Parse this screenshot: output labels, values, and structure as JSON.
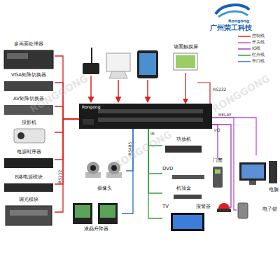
{
  "diagram": {
    "nodes": [
      {
        "text": [
          "墙面触摸屏"
        ]
      },
      {
        "text": [
          "Rongong"
        ]
      },
      {
        "text": [
          "多画面处理器"
        ]
      },
      {
        "text": [
          "VGA矩阵切换器"
        ]
      },
      {
        "text": [
          "AV矩阵切换器"
        ]
      },
      {
        "text": [
          "投影机"
        ]
      },
      {
        "text": [
          "电源时序器"
        ]
      },
      {
        "text": [
          "8路电源模块"
        ]
      },
      {
        "text": [
          "调光模块"
        ]
      },
      {
        "text": [
          "摄像头"
        ]
      },
      {
        "text": [
          "液晶升降器"
        ]
      },
      {
        "text": [
          "功放机"
        ]
      },
      {
        "text": [
          "DVD"
        ]
      },
      {
        "text": [
          "机顶盒"
        ]
      },
      {
        "text": [
          "TV"
        ]
      },
      {
        "text": [
          "门禁"
        ]
      },
      {
        "text": [
          "报警器"
        ]
      },
      {
        "text": [
          "电脑"
        ]
      },
      {
        "text": [
          "电子锁"
        ]
      }
    ],
    "edges": [
      {
        "from": 0,
        "to": 1,
        "arrow": "to"
      },
      {
        "from": 1,
        "to": 2,
        "arrow": "none"
      },
      {
        "from": 1,
        "to": 3,
        "arrow": "none"
      },
      {
        "from": 1,
        "to": 4,
        "arrow": "none"
      },
      {
        "from": 1,
        "to": 5,
        "arrow": "none"
      },
      {
        "from": 1,
        "to": 6,
        "arrow": "none"
      },
      {
        "from": 1,
        "to": 7,
        "arrow": "none"
      },
      {
        "from": 1,
        "to": 8,
        "arrow": "none"
      },
      {
        "from": 1,
        "to": 9,
        "arrow": "none"
      },
      {
        "from": 1,
        "to": 10,
        "arrow": "none"
      },
      {
        "from": 1,
        "to": 11,
        "arrow": "none"
      },
      {
        "from": 1,
        "to": 12,
        "arrow": "none"
      },
      {
        "from": 1,
        "to": 13,
        "arrow": "none"
      },
      {
        "from": 1,
        "to": 14,
        "arrow": "none"
      },
      {
        "from": 1,
        "to": 15,
        "arrow": "none"
      },
      {
        "from": 1,
        "to": 16,
        "arrow": "none"
      },
      {
        "from": 1,
        "to": 17,
        "arrow": "none"
      },
      {
        "from": 1,
        "to": 18,
        "arrow": "none"
      }
    ],
    "labels": [
      "Rongong",
      "广州荣工科技",
      "RS232",
      "RELAY",
      "I/O",
      "IR",
      "RS485",
      "RS232",
      "RONGGONG",
      "RONGGONG",
      "RONGGONG"
    ],
    "legend": [
      {
        "text": "控制线"
      },
      {
        "text": "开关线"
      },
      {
        "text": "IO线"
      },
      {
        "text": "红外线"
      },
      {
        "text": "串口线"
      }
    ]
  }
}
